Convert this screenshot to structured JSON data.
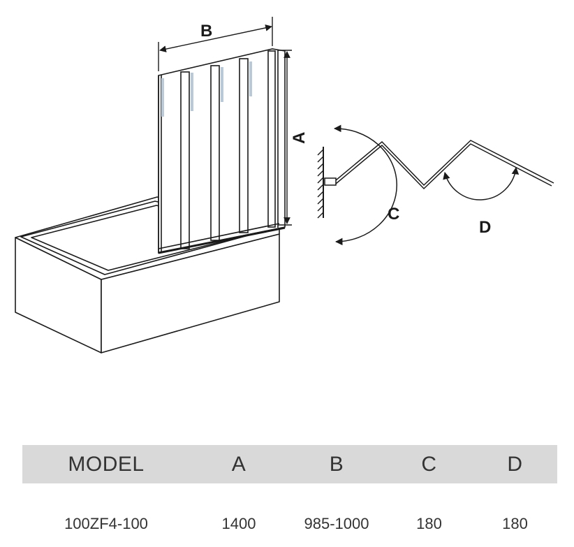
{
  "diagram": {
    "dimension_labels": {
      "a": "A",
      "b": "B",
      "c": "C",
      "d": "D"
    }
  },
  "table": {
    "headers": [
      "MODEL",
      "A",
      "B",
      "C",
      "D"
    ],
    "rows": [
      [
        "100ZF4-100",
        "1400",
        "985-1000",
        "180",
        "180"
      ]
    ]
  }
}
